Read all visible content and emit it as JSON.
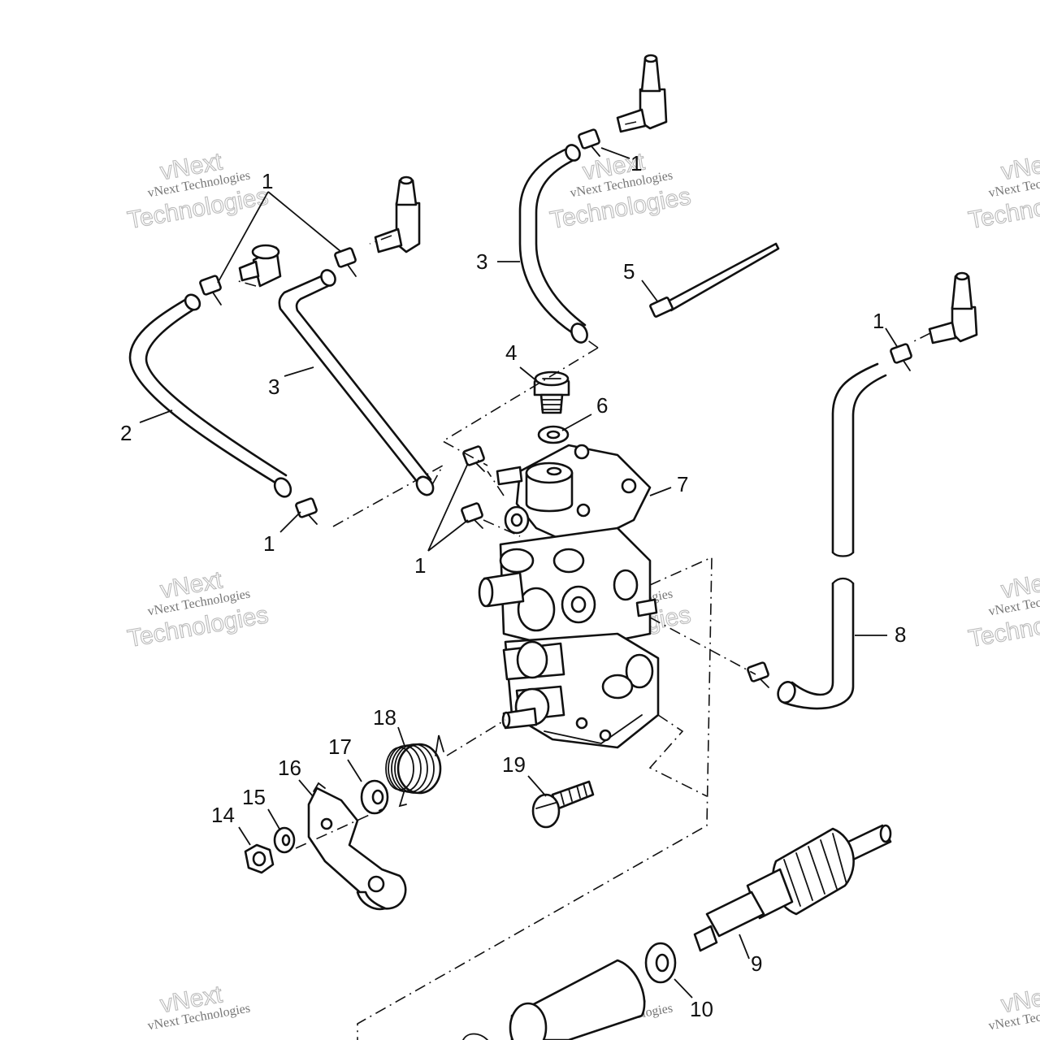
{
  "watermark": {
    "line1": "vNext",
    "line2": "vNext Technologies",
    "line3": "Technologies"
  },
  "callouts": {
    "c1a": "1",
    "c1b": "1",
    "c1c": "1",
    "c1d": "1",
    "c1e": "1",
    "c2": "2",
    "c3a": "3",
    "c3b": "3",
    "c4": "4",
    "c5": "5",
    "c6": "6",
    "c7": "7",
    "c8": "8",
    "c9": "9",
    "c10": "10",
    "c14": "14",
    "c15": "15",
    "c16": "16",
    "c17": "17",
    "c18": "18",
    "c19": "19"
  },
  "style": {
    "line_color": "#111111",
    "watermark_color": "#bbbbbb"
  }
}
